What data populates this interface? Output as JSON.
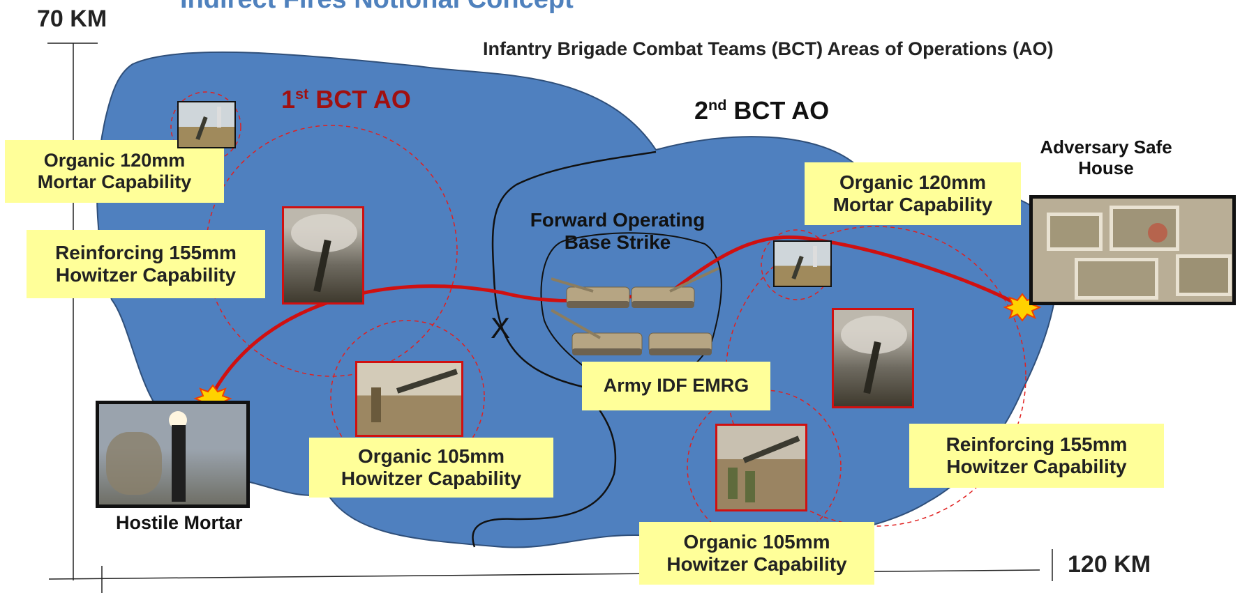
{
  "slide": {
    "title_fragment": "Indirect Fires Notional Concept",
    "subtitle": "Infantry Brigade Combat Teams (BCT) Areas of Operations (AO)"
  },
  "axes": {
    "y_label": "70 KM",
    "x_label": "120 KM"
  },
  "areas": {
    "bct1": {
      "num": "1",
      "sup": "st",
      "rest": " BCT AO",
      "color": "#a01010"
    },
    "bct2": {
      "num": "2",
      "sup": "nd",
      "rest": " BCT AO",
      "color": "#111111"
    }
  },
  "labels": {
    "fob": {
      "line1": "Forward Operating",
      "line2": "Base Strike"
    },
    "adversary": {
      "line1": "Adversary Safe",
      "line2": "House"
    },
    "hostile": "Hostile Mortar",
    "marker": "X"
  },
  "callouts": {
    "mortar_120_left": {
      "line1": "Organic 120mm",
      "line2": "Mortar Capability"
    },
    "how155_left": {
      "line1": "Reinforcing 155mm",
      "line2": "Howitzer Capability"
    },
    "how105_center": {
      "line1": "Organic 105mm",
      "line2": "Howitzer Capability"
    },
    "emrg": {
      "line1": "Army IDF EMRG"
    },
    "mortar_120_right": {
      "line1": "Organic 120mm",
      "line2": "Mortar Capability"
    },
    "how155_right": {
      "line1": "Reinforcing 155mm",
      "line2": "Howitzer Capability"
    },
    "how105_bottom": {
      "line1": "Organic 105mm",
      "line2": "Howitzer Capability"
    }
  },
  "photos": {
    "mortar_left": "mortar-photo",
    "how155_left": "howitzer-155-photo",
    "how105_center": "howitzer-105-photo",
    "mortar_right": "mortar-photo",
    "how155_right": "howitzer-155-photo",
    "how105_bottom": "howitzer-105-photo",
    "hostile_mortar": "hostile-mortar-photo",
    "safe_house": "aerial-compound-photo",
    "emrg_vehicles": "emrg-vehicle-illustration"
  },
  "colors": {
    "area_fill": "#4f80bf",
    "range_ring": "#e02020",
    "trajectory": "#d01010",
    "callout_fill": "#ffff99",
    "title_color": "#4f81bd"
  }
}
